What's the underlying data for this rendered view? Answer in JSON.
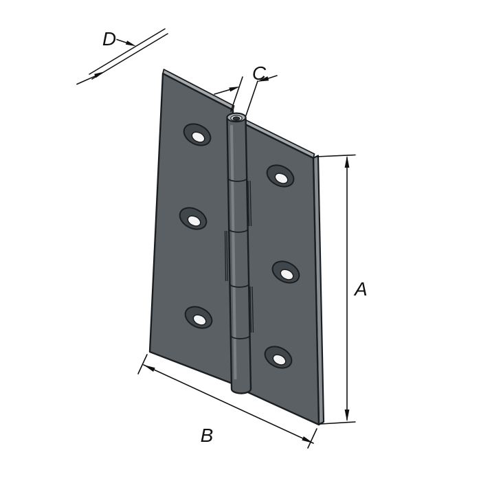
{
  "dimensions": {
    "height_label": "A",
    "width_label": "B",
    "pin_label": "C",
    "thickness_label": "D"
  },
  "colors": {
    "bg": "#ffffff",
    "leaf": "#5b6064",
    "edge_light": "#a4a9ad",
    "side_face": "#888d91",
    "countersink": "#41464a",
    "hole": "#f4f4f4",
    "outline": "#1b1e20",
    "dim": "#111111",
    "pin_top": "#a9aeb2",
    "pin_ring": "#ececec",
    "pin_hole": "#2e3234"
  },
  "parts": {
    "left_leaf_holes": 3,
    "right_leaf_holes": 3,
    "knuckles": 5
  }
}
